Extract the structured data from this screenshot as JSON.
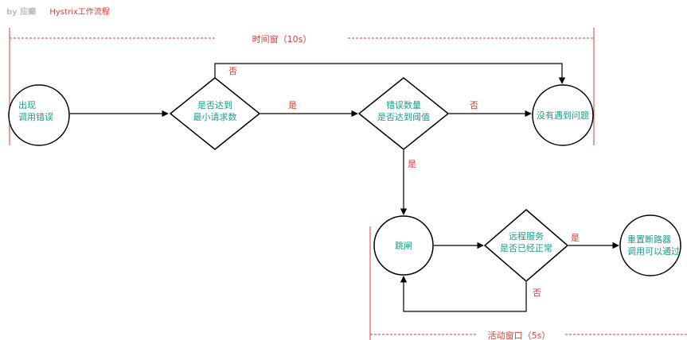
{
  "header": {
    "author": "by 应癫",
    "title": "Hystrix工作流程"
  },
  "windows": {
    "time_window": "时间窗（10s）",
    "active_window": "活动窗口（5s）"
  },
  "nodes": {
    "error": [
      "出现",
      "调用错误"
    ],
    "min_requests": [
      "是否达到",
      "最小请求数"
    ],
    "threshold": [
      "错误数量",
      "是否达到阈值"
    ],
    "no_problem": "没有遇到问题",
    "trip": "跳闸",
    "remote_ok": [
      "远程服务",
      "是否已经正常"
    ],
    "reset": [
      "重置断路器",
      "调用可以通过"
    ]
  },
  "edge_labels": {
    "top_no": "否",
    "yes_1": "是",
    "no_1": "否",
    "yes_2": "是",
    "yes_3": "是",
    "no_3": "否"
  },
  "colors": {
    "accent": "#e53935",
    "node_text": "#1a9e8a",
    "line": "#000000"
  }
}
